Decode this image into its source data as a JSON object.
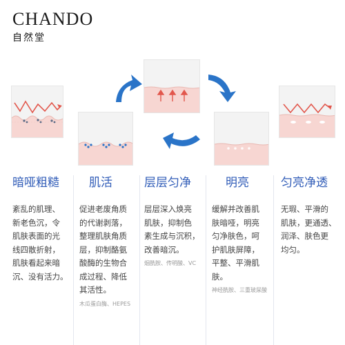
{
  "brand": {
    "name_en": "CHANDO",
    "name_cn": "自然堂"
  },
  "colors": {
    "title_blue": "#2f5bb7",
    "arrow_blue": "#2a74c8",
    "skin_pink": "#f7d6d2",
    "ray_red": "#e2574c"
  },
  "icons": [
    "cycle-arrow-icon",
    "skin-cross-section-icon",
    "light-ray-icon",
    "up-arrow-icon"
  ],
  "columns": [
    {
      "title": "暗哑粗糙",
      "body": "紊乱的肌理、\n新老色沉，令\n肌肤表面的光\n线四散折射，\n肌肤看起来暗\n沉、没有活力。",
      "note": ""
    },
    {
      "title": "肌活",
      "body": "促进老废角质\n的代谢剥落，\n整理肌肤角质\n层，抑制酪氨\n酸酶的生物合\n成过程、降低\n其活性。",
      "note": "木瓜蛋白酶、HEPES"
    },
    {
      "title": "层层匀净",
      "body": "层层深入焕亮\n肌肤，抑制色\n素生成与沉积，\n改善暗沉。",
      "note": "烟酰胺、传明酸、VC"
    },
    {
      "title": "明亮",
      "body": "缓解并改善肌\n肤暗哑，明亮\n匀净肤色，呵\n护肌肤屏障，\n平整、平滑肌\n肤。",
      "note": "神经酰胺、三重玻尿酸"
    },
    {
      "title": "匀亮净透",
      "body": "无瑕、平滑的\n肌肤，更通透、\n润泽、肤色更\n均匀。",
      "note": ""
    }
  ]
}
